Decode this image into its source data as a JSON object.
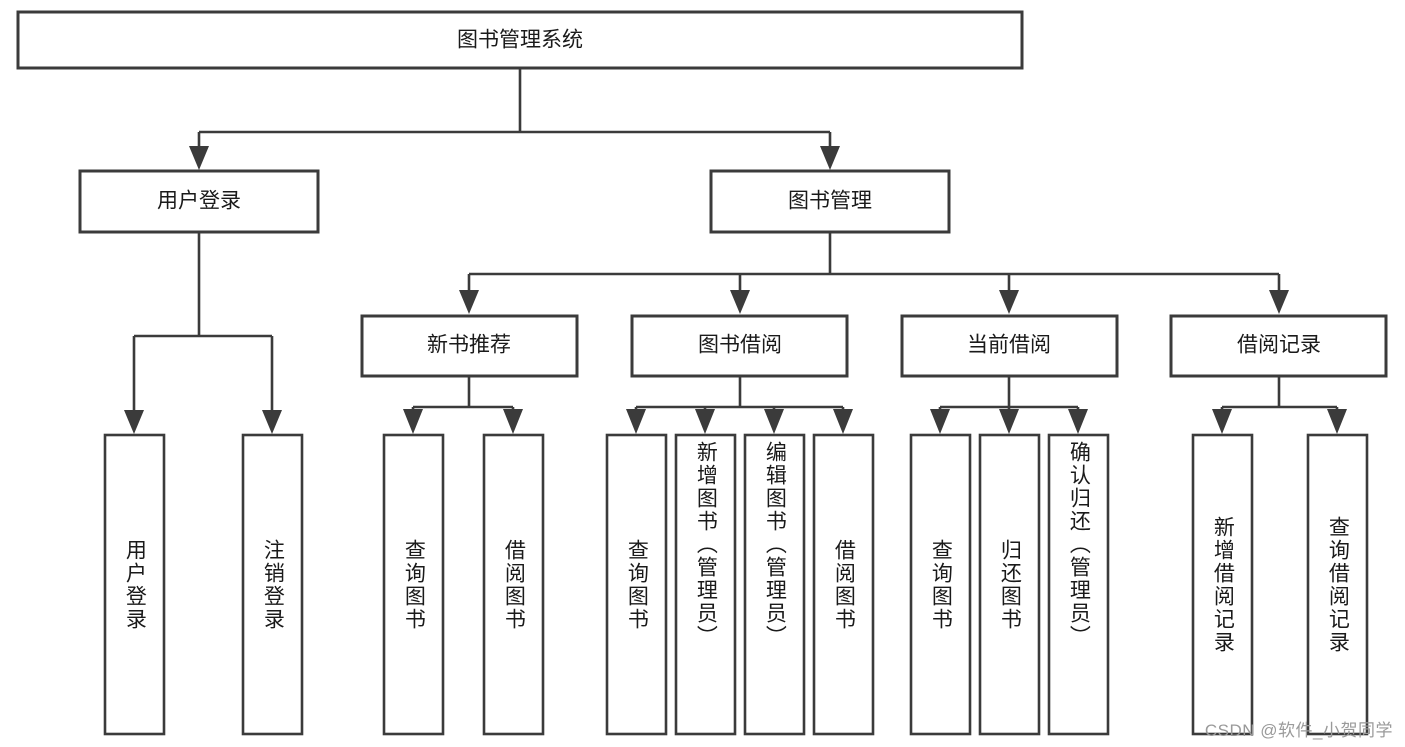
{
  "diagram": {
    "title": "图书管理系统",
    "type": "tree-hierarchy-chart",
    "root": {
      "id": "root",
      "label": "图书管理系统"
    },
    "level2": [
      {
        "id": "user-login",
        "label": "用户登录"
      },
      {
        "id": "book-management",
        "label": "图书管理"
      }
    ],
    "level3": [
      {
        "id": "new-book-recommend",
        "label": "新书推荐",
        "parent": "book-management"
      },
      {
        "id": "book-borrow",
        "label": "图书借阅",
        "parent": "book-management"
      },
      {
        "id": "current-borrow",
        "label": "当前借阅",
        "parent": "book-management"
      },
      {
        "id": "borrow-record",
        "label": "借阅记录",
        "parent": "book-management"
      }
    ],
    "leaves": {
      "user-login": [
        {
          "id": "leaf-user-login",
          "label": "用户登录"
        },
        {
          "id": "leaf-logout-login",
          "label": "注销登录"
        }
      ],
      "new-book-recommend": [
        {
          "id": "leaf-query-book-1",
          "label": "查询图书"
        },
        {
          "id": "leaf-borrow-book-1",
          "label": "借阅图书"
        }
      ],
      "book-borrow": [
        {
          "id": "leaf-query-book-2",
          "label": "查询图书"
        },
        {
          "id": "leaf-add-book",
          "label": "新增图书（管理员）"
        },
        {
          "id": "leaf-edit-book",
          "label": "编辑图书（管理员）"
        },
        {
          "id": "leaf-borrow-book-2",
          "label": "借阅图书"
        }
      ],
      "current-borrow": [
        {
          "id": "leaf-query-book-3",
          "label": "查询图书"
        },
        {
          "id": "leaf-return-book",
          "label": "归还图书"
        },
        {
          "id": "leaf-confirm-return",
          "label": "确认归还（管理员）"
        }
      ],
      "borrow-record": [
        {
          "id": "leaf-add-record",
          "label": "新增借阅记录"
        },
        {
          "id": "leaf-query-record",
          "label": "查询借阅记录"
        }
      ]
    }
  },
  "watermark": {
    "text": "CSDN @软件_小贺同学"
  },
  "colors": {
    "stroke": "#3b3b3b",
    "box_fill": "#ffffff",
    "text": "#1a1a1a",
    "watermark": "#9a9a9a",
    "background": "#ffffff"
  }
}
